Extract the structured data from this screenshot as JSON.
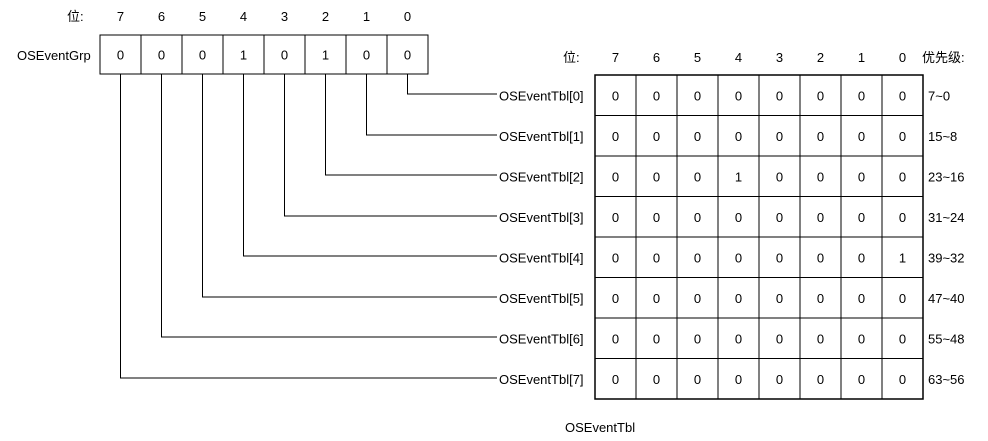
{
  "grp": {
    "label": "OSEventGrp",
    "bit_header_label": "位:",
    "bit_numbers": [
      "7",
      "6",
      "5",
      "4",
      "3",
      "2",
      "1",
      "0"
    ],
    "values": [
      "0",
      "0",
      "0",
      "1",
      "0",
      "1",
      "0",
      "0"
    ]
  },
  "tbl": {
    "label": "OSEventTbl",
    "bit_header_label": "位:",
    "bit_numbers": [
      "7",
      "6",
      "5",
      "4",
      "3",
      "2",
      "1",
      "0"
    ],
    "priority_header": "优先级:",
    "rows": [
      {
        "name": "OSEventTbl[0]",
        "priority": "7~0",
        "values": [
          "0",
          "0",
          "0",
          "0",
          "0",
          "0",
          "0",
          "0"
        ]
      },
      {
        "name": "OSEventTbl[1]",
        "priority": "15~8",
        "values": [
          "0",
          "0",
          "0",
          "0",
          "0",
          "0",
          "0",
          "0"
        ]
      },
      {
        "name": "OSEventTbl[2]",
        "priority": "23~16",
        "values": [
          "0",
          "0",
          "0",
          "1",
          "0",
          "0",
          "0",
          "0"
        ]
      },
      {
        "name": "OSEventTbl[3]",
        "priority": "31~24",
        "values": [
          "0",
          "0",
          "0",
          "0",
          "0",
          "0",
          "0",
          "0"
        ]
      },
      {
        "name": "OSEventTbl[4]",
        "priority": "39~32",
        "values": [
          "0",
          "0",
          "0",
          "0",
          "0",
          "0",
          "0",
          "1"
        ]
      },
      {
        "name": "OSEventTbl[5]",
        "priority": "47~40",
        "values": [
          "0",
          "0",
          "0",
          "0",
          "0",
          "0",
          "0",
          "0"
        ]
      },
      {
        "name": "OSEventTbl[6]",
        "priority": "55~48",
        "values": [
          "0",
          "0",
          "0",
          "0",
          "0",
          "0",
          "0",
          "0"
        ]
      },
      {
        "name": "OSEventTbl[7]",
        "priority": "63~56",
        "values": [
          "0",
          "0",
          "0",
          "0",
          "0",
          "0",
          "0",
          "0"
        ]
      }
    ]
  }
}
